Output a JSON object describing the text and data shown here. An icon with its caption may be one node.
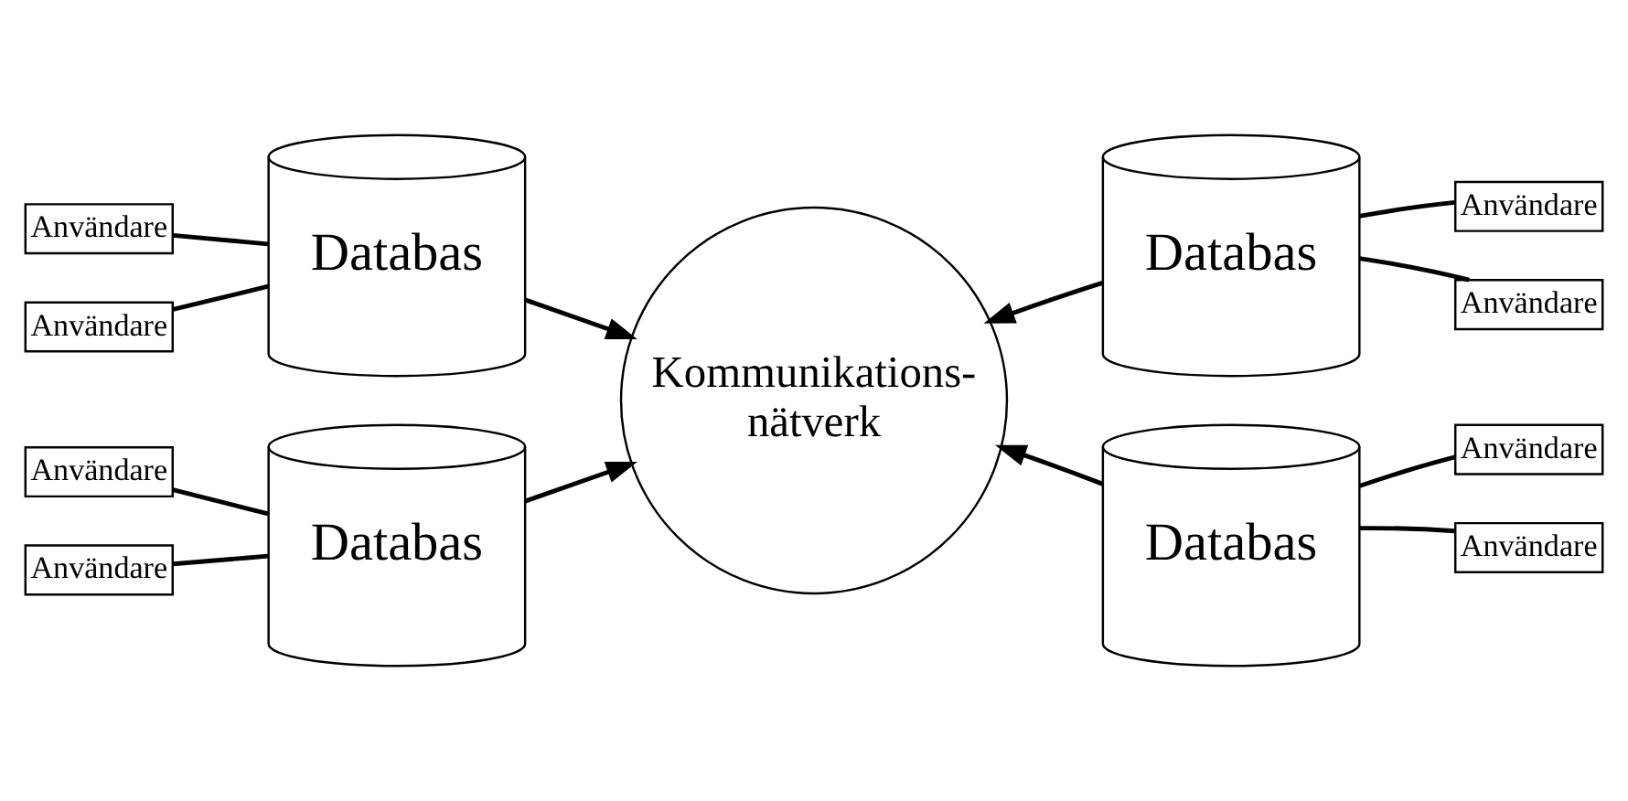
{
  "diagram": {
    "nodes": [
      {
        "text": [
          "Användare"
        ]
      },
      {
        "text": [
          "Databas"
        ]
      },
      {
        "text": [
          "Databas"
        ]
      },
      {
        "text": [
          "Användare"
        ]
      },
      {
        "text": [
          "Användare"
        ]
      },
      {
        "text": [
          "Användare"
        ]
      },
      {
        "text": [
          "Kommunikations- nätverk"
        ]
      },
      {
        "text": [
          "Användare"
        ]
      },
      {
        "text": [
          "Databas"
        ]
      },
      {
        "text": [
          "Databas"
        ]
      },
      {
        "text": [
          "Användare"
        ]
      },
      {
        "text": [
          "Användare"
        ]
      },
      {
        "text": [
          "Användare"
        ]
      }
    ],
    "edges": [
      {
        "from": 0,
        "to": 1,
        "arrow": "none"
      },
      {
        "from": 4,
        "to": 1,
        "arrow": "none"
      },
      {
        "from": 3,
        "to": 2,
        "arrow": "none"
      },
      {
        "from": 5,
        "to": 2,
        "arrow": "none"
      },
      {
        "from": 1,
        "to": 6,
        "arrow": "to"
      },
      {
        "from": 2,
        "to": 6,
        "arrow": "to"
      },
      {
        "from": 8,
        "to": 6,
        "arrow": "to"
      },
      {
        "from": 9,
        "to": 6,
        "arrow": "to"
      },
      {
        "from": 7,
        "to": 8,
        "arrow": "none"
      },
      {
        "from": 11,
        "to": 8,
        "arrow": "none"
      },
      {
        "from": 10,
        "to": 9,
        "arrow": "none"
      },
      {
        "from": 12,
        "to": 9,
        "arrow": "none"
      }
    ]
  }
}
